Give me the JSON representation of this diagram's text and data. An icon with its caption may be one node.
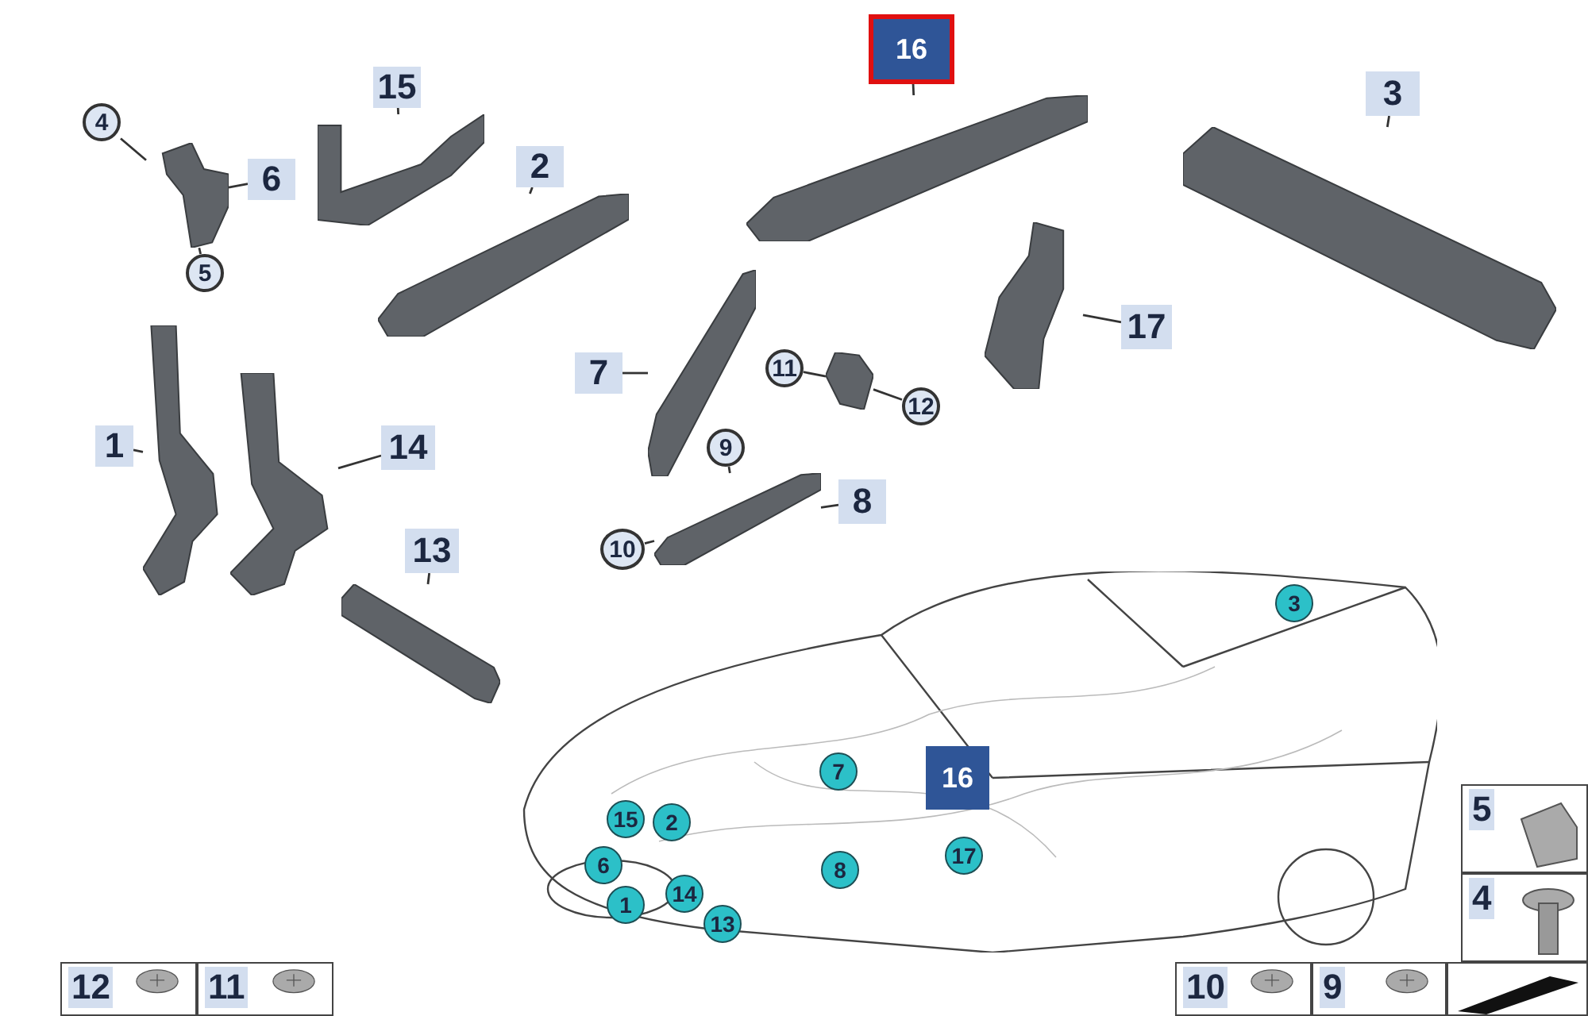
{
  "diagram": {
    "nodes": [
      {
        "text": [
          "16"
        ]
      },
      {
        "text": [],
        "shape": "picture"
      },
      {
        "text": [
          "3"
        ]
      },
      {
        "text": [],
        "shape": "picture"
      },
      {
        "text": [
          "15"
        ]
      },
      {
        "text": [],
        "shape": "picture"
      },
      {
        "text": [
          "4"
        ]
      },
      {
        "text": [
          "6"
        ]
      },
      {
        "text": [
          "5"
        ]
      },
      {
        "text": [],
        "shape": "picture"
      },
      {
        "text": [
          "2"
        ]
      },
      {
        "text": [],
        "shape": "picture"
      },
      {
        "text": [
          "17"
        ]
      },
      {
        "text": [],
        "shape": "picture"
      },
      {
        "text": [
          "7"
        ]
      },
      {
        "text": [],
        "shape": "picture"
      },
      {
        "text": [
          "11"
        ]
      },
      {
        "text": [
          "12"
        ]
      },
      {
        "text": [],
        "shape": "picture"
      },
      {
        "text": [
          "9"
        ]
      },
      {
        "text": [
          "8"
        ]
      },
      {
        "text": [
          "10"
        ]
      },
      {
        "text": [],
        "shape": "picture"
      },
      {
        "text": [
          "1"
        ]
      },
      {
        "text": [],
        "shape": "picture"
      },
      {
        "text": [
          "14"
        ]
      },
      {
        "text": [],
        "shape": "picture"
      },
      {
        "text": [
          "13"
        ]
      },
      {
        "text": [],
        "shape": "picture"
      },
      {
        "text": [],
        "shape": "picture"
      },
      {
        "text": [
          "3"
        ],
        "in": 29
      },
      {
        "text": [
          "16"
        ],
        "in": 29
      },
      {
        "text": [
          "7"
        ],
        "in": 29
      },
      {
        "text": [
          "15"
        ],
        "in": 29
      },
      {
        "text": [
          "2"
        ],
        "in": 29
      },
      {
        "text": [
          "17"
        ],
        "in": 29
      },
      {
        "text": [
          "6"
        ],
        "in": 29
      },
      {
        "text": [
          "8"
        ],
        "in": 29
      },
      {
        "text": [
          "14"
        ],
        "in": 29
      },
      {
        "text": [
          "1"
        ],
        "in": 29
      },
      {
        "text": [
          "13"
        ],
        "in": 29
      },
      {
        "text": [
          "5"
        ]
      },
      {
        "text": [
          "4"
        ]
      },
      {
        "text": [
          "12"
        ]
      },
      {
        "text": [
          "11"
        ]
      },
      {
        "text": [
          "10"
        ]
      },
      {
        "text": [
          "9"
        ]
      },
      {
        "text": [],
        "shape": "box"
      }
    ],
    "edges": [
      {
        "from": 0,
        "to": 1,
        "arrow": "none"
      },
      {
        "from": 2,
        "to": 3,
        "arrow": "none"
      },
      {
        "from": 4,
        "to": 5,
        "arrow": "none"
      },
      {
        "from": 6,
        "to": 9,
        "arrow": "none"
      },
      {
        "from": 7,
        "to": 9,
        "arrow": "none"
      },
      {
        "from": 8,
        "to": 9,
        "arrow": "none",
        "style": "dashed"
      },
      {
        "from": 10,
        "to": 11,
        "arrow": "none"
      },
      {
        "from": 12,
        "to": 13,
        "arrow": "none"
      },
      {
        "from": 14,
        "to": 15,
        "arrow": "none"
      },
      {
        "from": 16,
        "to": 18,
        "arrow": "none"
      },
      {
        "from": 17,
        "to": 18,
        "arrow": "none"
      },
      {
        "from": 19,
        "to": 22,
        "arrow": "none"
      },
      {
        "from": 20,
        "to": 22,
        "arrow": "none"
      },
      {
        "from": 21,
        "to": 22,
        "arrow": "none"
      },
      {
        "from": 23,
        "to": 24,
        "arrow": "none"
      },
      {
        "from": 25,
        "to": 26,
        "arrow": "none"
      },
      {
        "from": 27,
        "to": 28,
        "arrow": "none"
      }
    ]
  }
}
